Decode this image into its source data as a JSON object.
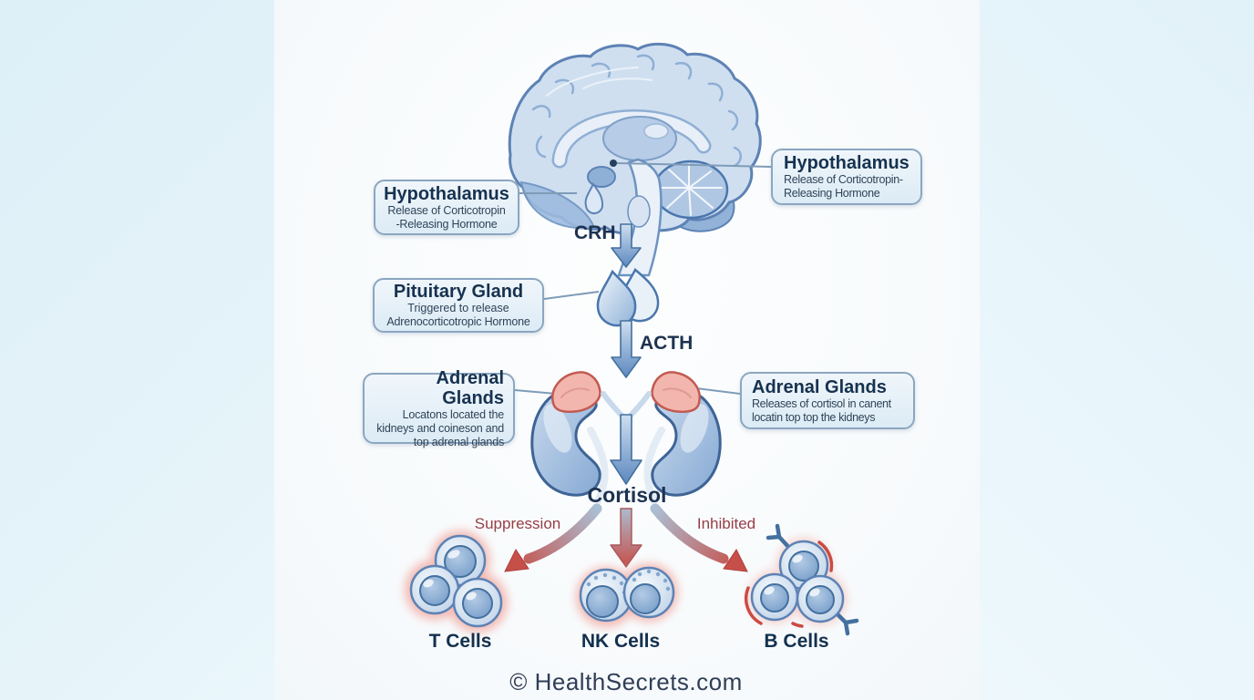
{
  "diagram": {
    "watermark": "© HealthSecrets.com",
    "boxes": {
      "hypothalamus_left": {
        "title": "Hypothalamus",
        "lines": [
          "Release of Corticotropin",
          "-Releasing Hormone"
        ]
      },
      "hypothalamus_right": {
        "title": "Hypothalamus",
        "lines": [
          "Release of Corticotropin-",
          "Releasing Hormone"
        ]
      },
      "pituitary": {
        "title": "Pituitary Gland",
        "lines": [
          "Triggered to release",
          "Adrenocorticotropic Hormone"
        ]
      },
      "adrenal_left": {
        "title": "Adrenal Glands",
        "lines": [
          "Locatons located the",
          "kidneys and coineson and",
          "top adrenal glands"
        ]
      },
      "adrenal_right": {
        "title": "Adrenal Glands",
        "lines": [
          "Releases of cortisol in canent",
          "locatin top top the kidneys"
        ]
      }
    },
    "hormones": {
      "crh": "CRH",
      "acth": "ACTH",
      "cortisol": "Cortisol"
    },
    "effects": {
      "left": "Suppression",
      "right": "Inhibited"
    },
    "cells": {
      "t": "T Cells",
      "nk": "NK Cells",
      "b": "B Cells"
    },
    "colors": {
      "box_border": "#8ba6c0",
      "title_text": "#16324f",
      "body_text": "#2f4358",
      "hormone_text": "#1d3250",
      "effect_text": "#973e44",
      "arrow_blue": "#5c88bf",
      "arrow_red": "#c74f49",
      "brain_fill": "#cfdff0",
      "brain_outline": "#5d82b5",
      "kidney_fill": "#9ab9de",
      "kidney_outline": "#3e6496",
      "adrenal_fill": "#f2b6ae",
      "adrenal_outline": "#c25a51",
      "side_panel": "#e2f1f8",
      "center_panel": "#f9fcfd"
    }
  }
}
